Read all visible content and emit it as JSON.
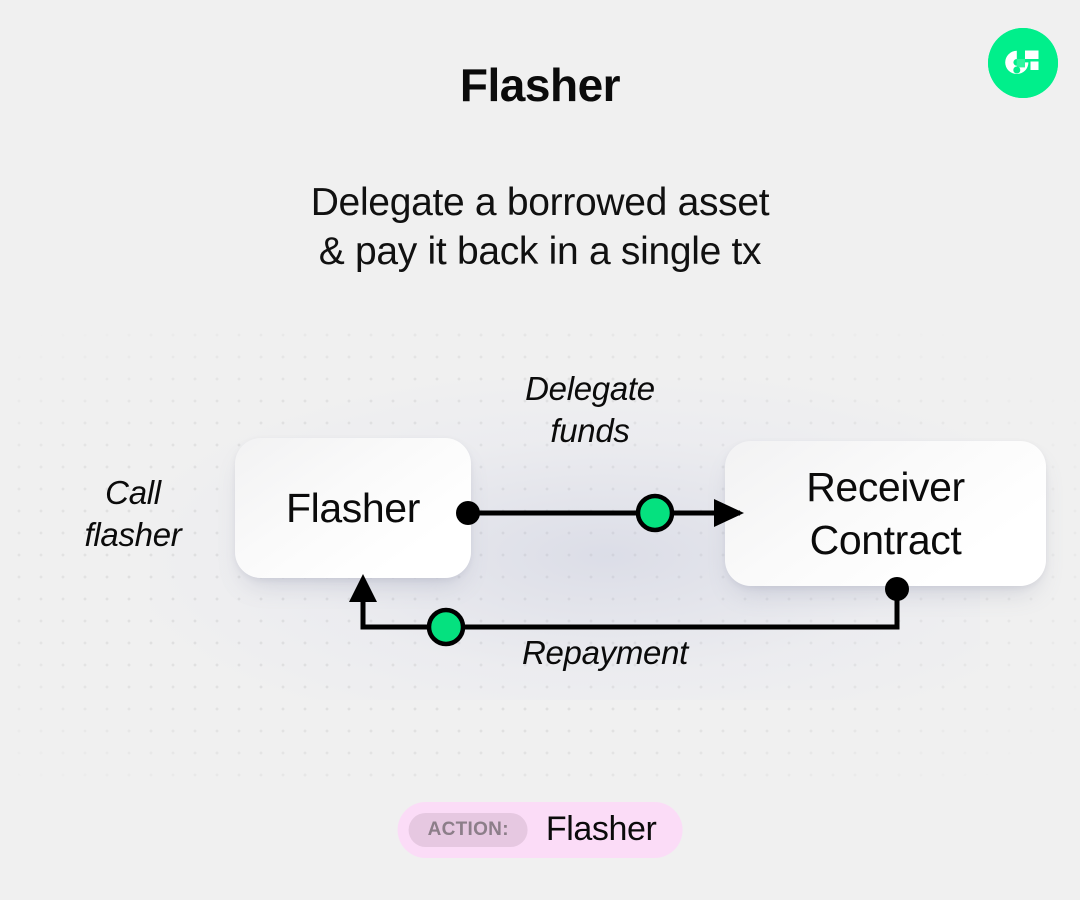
{
  "page": {
    "background_color": "#F0F0F0",
    "title": "Flasher",
    "subtitle_line1": "Delegate a borrowed asset",
    "subtitle_line2": "& pay it back in a single tx"
  },
  "logo": {
    "name": "flow-logo",
    "circle_color": "#00EF8B",
    "mark_color": "#FFFFFF",
    "accent_color": "#2EF59E"
  },
  "diagram": {
    "nodes": [
      {
        "id": "flasher",
        "label": "Flasher"
      },
      {
        "id": "receiver",
        "label_line1": "Receiver",
        "label_line2": "Contract"
      }
    ],
    "edges": [
      {
        "id": "call-flasher",
        "label_line1": "Call",
        "label_line2": "flasher"
      },
      {
        "id": "delegate",
        "label_line1": "Delegate",
        "label_line2": "funds"
      },
      {
        "id": "repayment",
        "label_line1": "Repayment",
        "label_line2": ""
      }
    ],
    "colors": {
      "connector_stroke": "#000000",
      "token_fill": "#05E17F",
      "node_fill": "#FFFFFF",
      "dot_grid": "#D8D8D8"
    }
  },
  "action_badge": {
    "key": "ACTION:",
    "value": "Flasher",
    "pill_color": "#FBDCF7",
    "key_pill_color": "#E6C8E1",
    "key_text_color": "#8C7E89"
  }
}
